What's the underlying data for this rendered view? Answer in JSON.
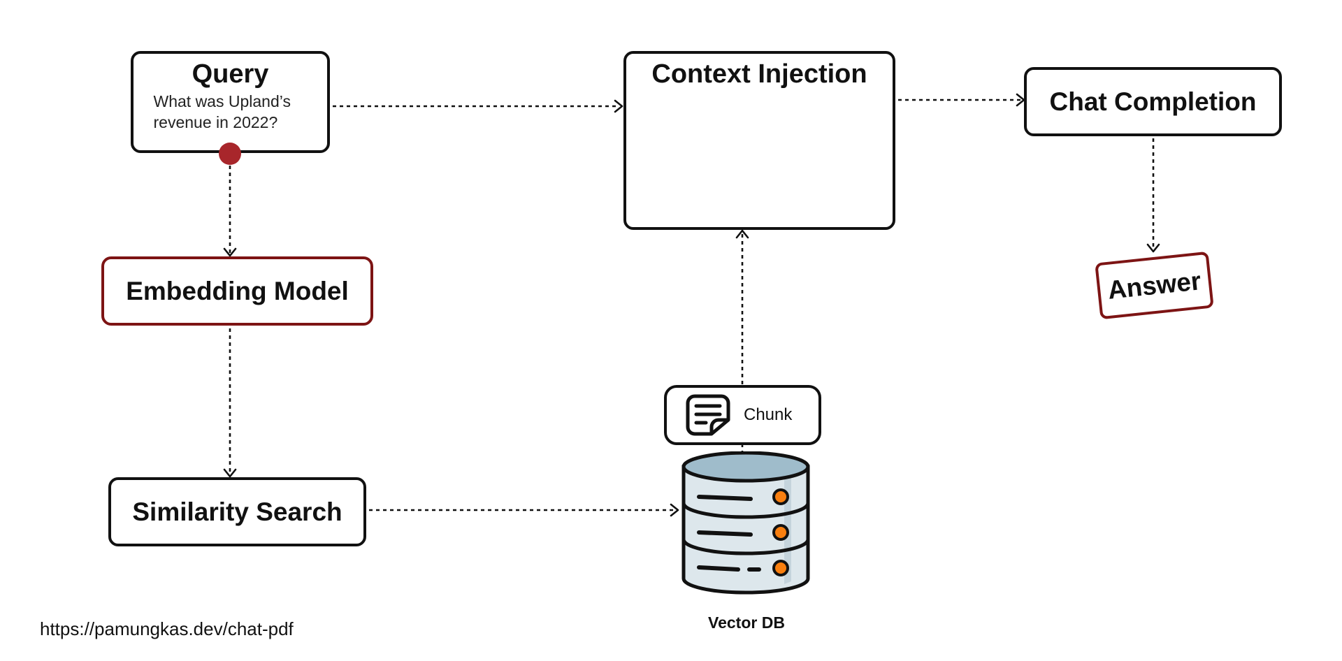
{
  "nodes": {
    "query": {
      "title": "Query",
      "text": "What was Upland’s revenue in 2022?"
    },
    "context_injection": {
      "title": "Context Injection"
    },
    "chat_completion": {
      "title": "Chat Completion"
    },
    "embedding_model": {
      "title": "Embedding Model"
    },
    "similarity_search": {
      "title": "Similarity Search"
    },
    "answer": {
      "title": "Answer"
    },
    "chunk": {
      "label": "Chunk",
      "icon": "document-note-icon"
    },
    "vector_db": {
      "label": "Vector DB",
      "icon": "database-icon"
    }
  },
  "edges": [
    {
      "from": "Query",
      "to": "Context Injection",
      "style": "dotted"
    },
    {
      "from": "Query",
      "to": "Embedding Model",
      "style": "dotted"
    },
    {
      "from": "Embedding Model",
      "to": "Similarity Search",
      "style": "dotted"
    },
    {
      "from": "Similarity Search",
      "to": "Vector DB",
      "style": "dotted"
    },
    {
      "from": "Vector DB",
      "to": "Context Injection",
      "style": "dotted"
    },
    {
      "from": "Context Injection",
      "to": "Chat Completion",
      "style": "dotted"
    },
    {
      "from": "Chat Completion",
      "to": "Answer",
      "style": "dotted"
    }
  ],
  "footer": {
    "url": "https://pamungkas.dev/chat-pdf"
  },
  "colors": {
    "border": "#111111",
    "accent": "#7d1414",
    "connector_dot": "#a8262b",
    "db_top": "#9fbccb",
    "db_body": "#dde7ec",
    "db_light": "#f97f0f"
  }
}
